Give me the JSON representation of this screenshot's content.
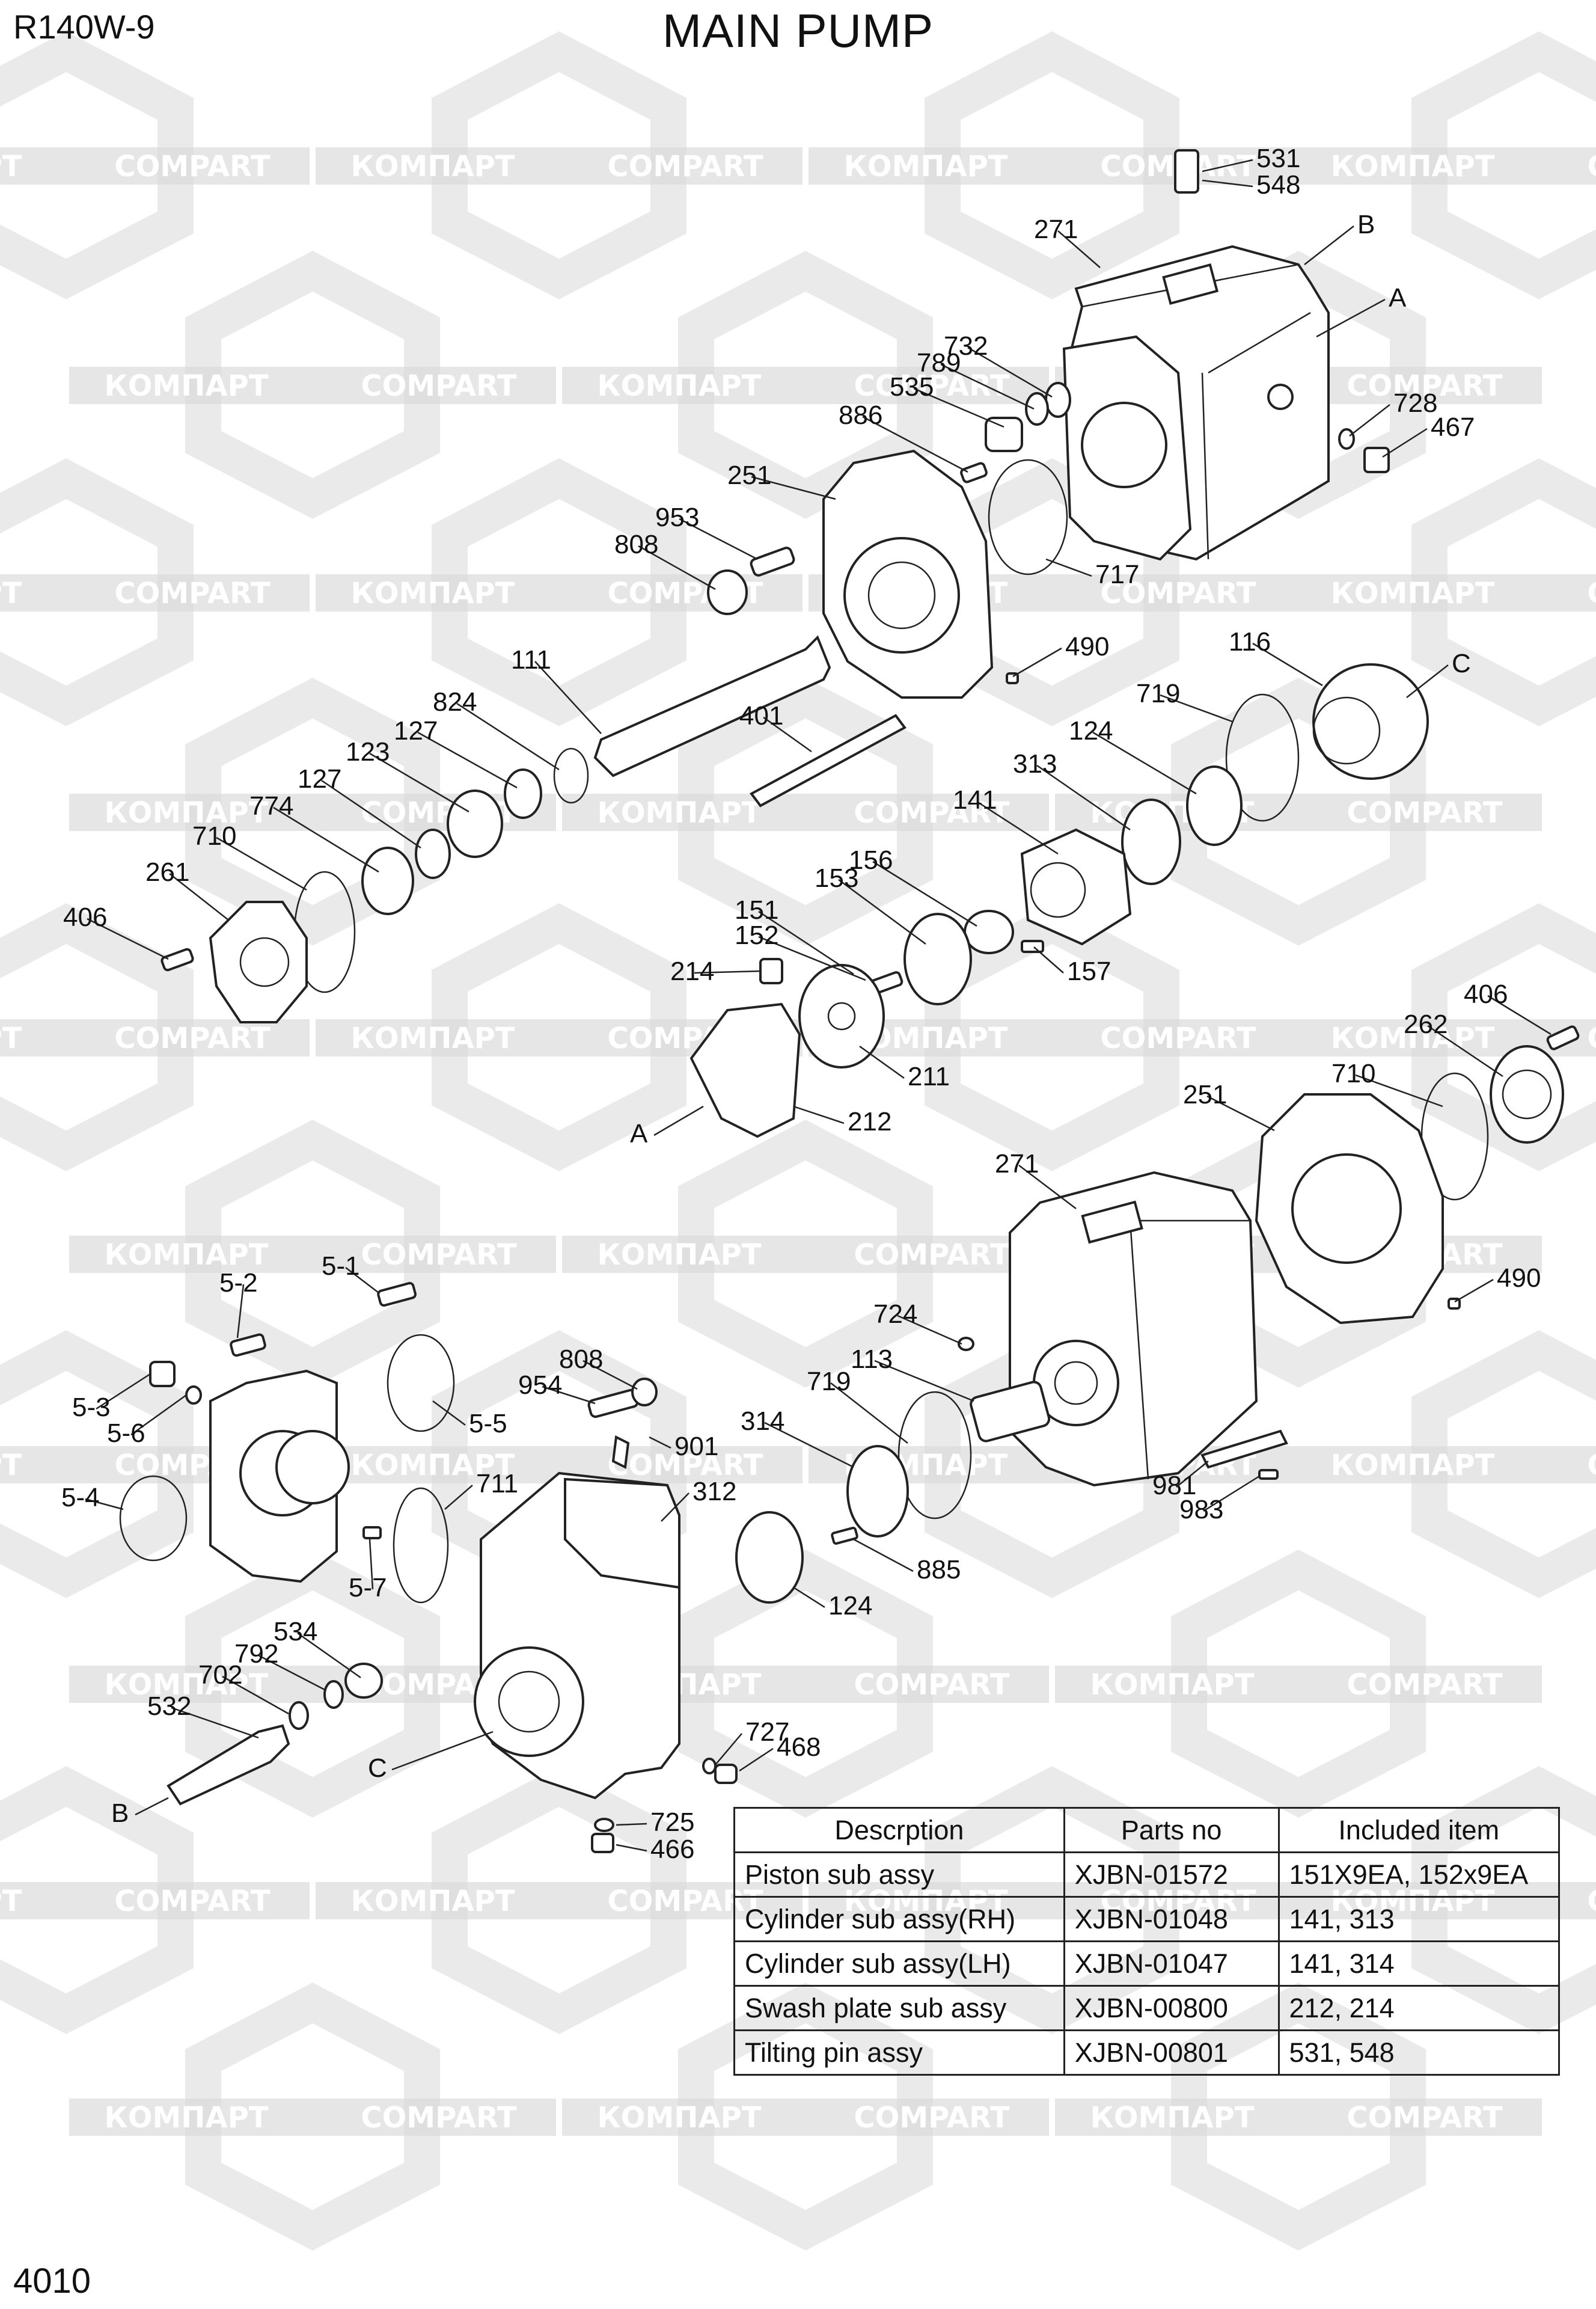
{
  "header": {
    "model": "R140W-9",
    "title": "MAIN PUMP"
  },
  "footer": {
    "page": "4010"
  },
  "watermark": {
    "latin": "COMPART",
    "cyrillic": "КОМПАРТ",
    "color": "#d9d9d9"
  },
  "callouts": [
    "531",
    "548",
    "271",
    "B",
    "A",
    "732",
    "789",
    "535",
    "728",
    "467",
    "886",
    "251",
    "953",
    "808",
    "717",
    "111",
    "490",
    "116",
    "C",
    "719",
    "824",
    "401",
    "127",
    "124",
    "123",
    "313",
    "127",
    "141",
    "774",
    "156",
    "710",
    "153",
    "261",
    "151",
    "406",
    "152",
    "157",
    "214",
    "211",
    "A",
    "212",
    "406",
    "262",
    "710",
    "251",
    "271",
    "490",
    "5-1",
    "5-2",
    "724",
    "808",
    "113",
    "954",
    "719",
    "5-3",
    "5-6",
    "5-5",
    "314",
    "901",
    "981",
    "983",
    "5-4",
    "711",
    "312",
    "885",
    "5-7",
    "124",
    "534",
    "792",
    "702",
    "532",
    "727",
    "468",
    "C",
    "B",
    "725",
    "466"
  ],
  "parts_table": {
    "headers": [
      "Descrption",
      "Parts no",
      "Included item"
    ],
    "rows": [
      [
        "Piston sub assy",
        "XJBN-01572",
        "151X9EA, 152x9EA"
      ],
      [
        "Cylinder sub assy(RH)",
        "XJBN-01048",
        "141, 313"
      ],
      [
        "Cylinder sub assy(LH)",
        "XJBN-01047",
        "141, 314"
      ],
      [
        "Swash plate sub assy",
        "XJBN-00800",
        "212, 214"
      ],
      [
        "Tilting pin assy",
        "XJBN-00801",
        "531, 548"
      ]
    ]
  }
}
